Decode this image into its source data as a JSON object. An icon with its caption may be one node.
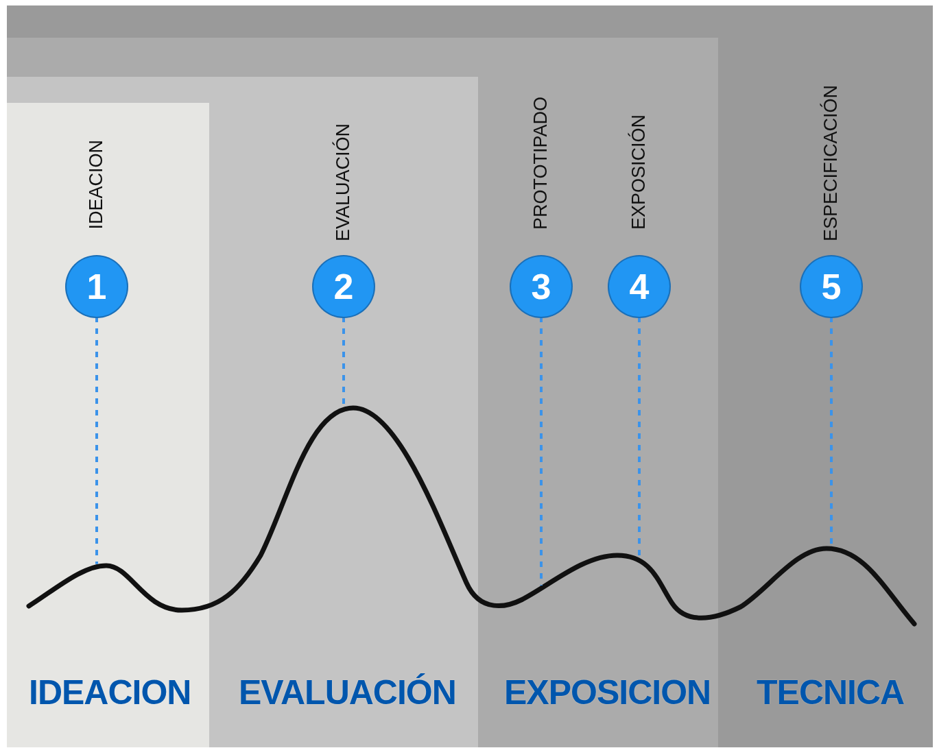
{
  "diagram": {
    "nodes": [
      {
        "text": [
          "TECNICA"
        ]
      },
      {
        "text": [
          "EXPOSICION"
        ],
        "in": 0
      },
      {
        "text": [
          "EVALUACIÓN"
        ],
        "in": 1
      },
      {
        "text": [
          "IDEACION"
        ],
        "in": 2
      },
      {
        "text": [
          "1"
        ],
        "beside": [
          "IDEACION"
        ],
        "in": 3
      },
      {
        "text": [
          "2"
        ],
        "beside": [
          "EVALUACIÓN"
        ],
        "in": 2
      },
      {
        "text": [
          "3"
        ],
        "beside": [
          "PROTOTIPADO"
        ],
        "in": 1
      },
      {
        "text": [
          "4"
        ],
        "beside": [
          "EXPOSICIÓN"
        ],
        "in": 1
      },
      {
        "text": [
          "5"
        ],
        "beside": [
          "ESPECIFICACIÓN"
        ],
        "in": 0
      },
      {
        "text": [],
        "shape": "curve",
        "in": 0
      }
    ],
    "edges": [
      {
        "from": 4,
        "to": 9,
        "arrow": "none",
        "style": "dashed"
      },
      {
        "from": 5,
        "to": 9,
        "arrow": "none",
        "style": "dashed"
      },
      {
        "from": 6,
        "to": 9,
        "arrow": "none",
        "style": "dashed"
      },
      {
        "from": 7,
        "to": 9,
        "arrow": "none",
        "style": "dashed"
      },
      {
        "from": 8,
        "to": 9,
        "arrow": "none",
        "style": "dashed"
      }
    ]
  }
}
